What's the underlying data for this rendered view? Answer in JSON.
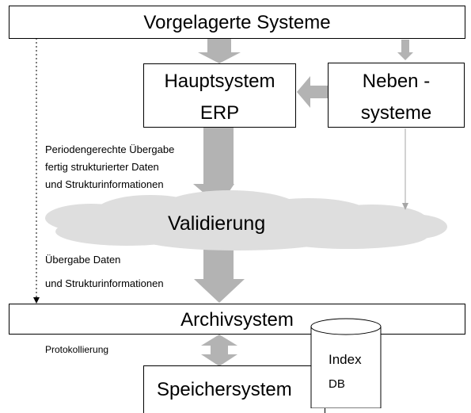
{
  "diagram": {
    "upstream_systems": "Vorgelagerte Systeme",
    "main_system": {
      "line1": "Hauptsystem",
      "line2": "ERP"
    },
    "secondary_systems": {
      "line1": "Neben -",
      "line2": "systeme"
    },
    "note_periodic_transfer": {
      "line1": "Periodengerechte Übergabe",
      "line2": "fertig strukturierter Daten",
      "line3": "und Strukturinformationen"
    },
    "validation": "Validierung",
    "note_data_transfer": {
      "line1": "Übergabe Daten",
      "line2": "und Strukturinformationen"
    },
    "archive_system": "Archivsystem",
    "logging": "Protokollierung",
    "storage_system": "Speichersystem",
    "index_db": {
      "line1": "Index",
      "line2": "DB"
    }
  },
  "colors": {
    "arrow_fill": "#b3b3b3",
    "cloud_fill": "#dedede",
    "thin_arrow": "#a6a6a6"
  }
}
